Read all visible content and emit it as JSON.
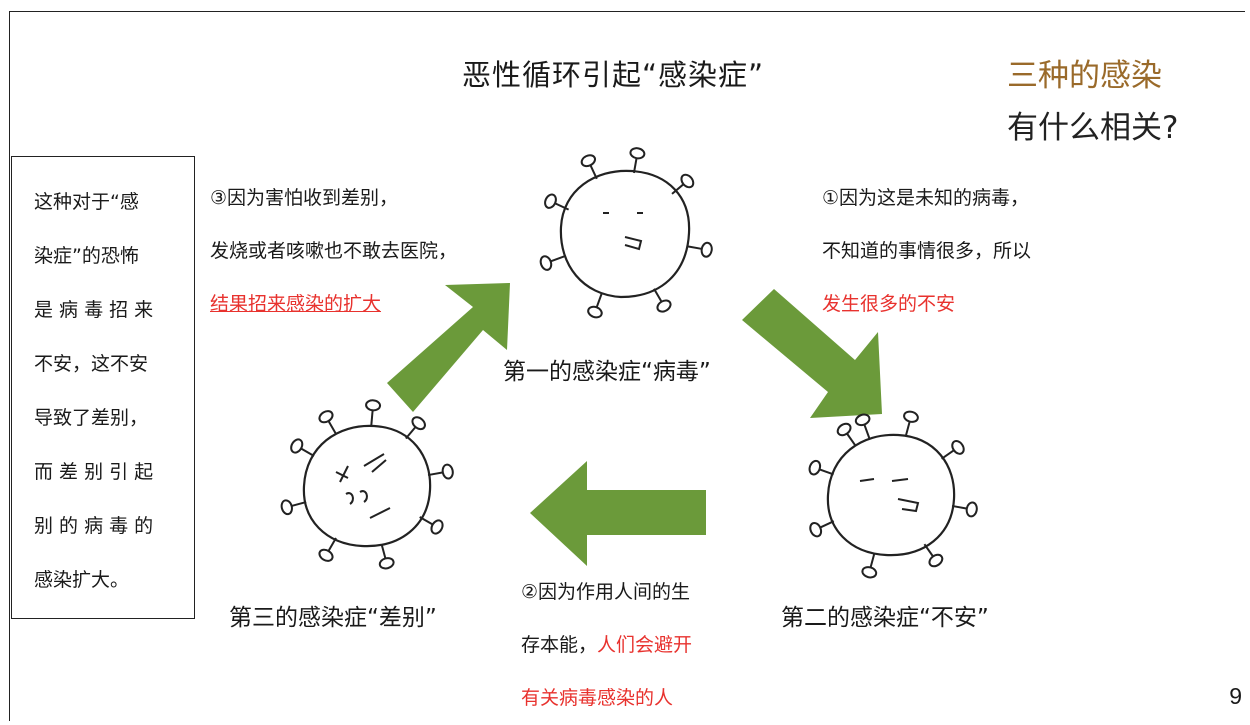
{
  "title": "恶性循环引起“感染症”",
  "subtitle": {
    "line1": "三种的感染",
    "line2": "有什么相关?"
  },
  "side_note": {
    "lines": [
      "这种对于“感",
      "染症”的恐怖",
      "是 病 毒 招 来",
      "不安，这不安",
      "导致了差别，",
      "而 差 别 引 起",
      "别 的 病 毒 的",
      "感染扩大。"
    ]
  },
  "step3": {
    "line1": "③因为害怕收到差别，",
    "line2": "发烧或者咳嗽也不敢去医院，",
    "line3_highlight": "结果招来感染的扩大"
  },
  "step1": {
    "line1": "①因为这是未知的病毒，",
    "line2": "不知道的事情很多，所以",
    "line3_highlight": "发生很多的不安"
  },
  "step2": {
    "line1": "②因为作用人间的生",
    "line2_plain": "存本能，",
    "line2_highlight": "人们会避开",
    "line3_highlight": "有关病毒感染的人"
  },
  "nodes": {
    "first": "第一的感染症“病毒”",
    "second": "第二的感染症“不安”",
    "third": "第三的感染症“差别”"
  },
  "colors": {
    "arrow_fill": "#6b9a3a",
    "highlight_red": "#e8322e",
    "subtitle_brown": "#9a6a2a"
  },
  "page_number": "9"
}
